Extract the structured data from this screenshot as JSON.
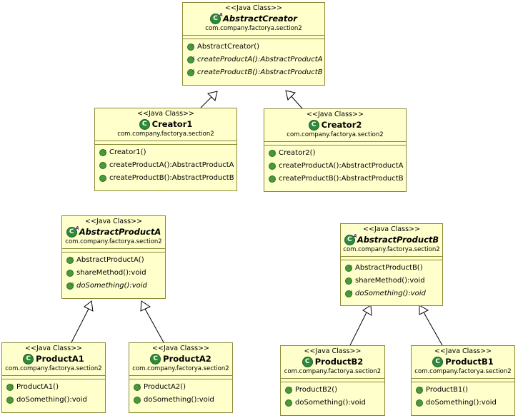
{
  "stereotype": "<<Java Class>>",
  "package": "com.company.factorya.section2",
  "classes": {
    "abstract_creator": {
      "name": "AbstractCreator",
      "members": [
        "AbstractCreator()",
        "createProductA():AbstractProductA",
        "createProductB():AbstractProductB"
      ]
    },
    "creator1": {
      "name": "Creator1",
      "members": [
        "Creator1()",
        "createProductA():AbstractProductA",
        "createProductB():AbstractProductB"
      ]
    },
    "creator2": {
      "name": "Creator2",
      "members": [
        "Creator2()",
        "createProductA():AbstractProductA",
        "createProductB():AbstractProductB"
      ]
    },
    "abstract_product_a": {
      "name": "AbstractProductA",
      "members": [
        "AbstractProductA()",
        "shareMethod():void",
        "doSomething():void"
      ]
    },
    "abstract_product_b": {
      "name": "AbstractProductB",
      "members": [
        "AbstractProductB()",
        "shareMethod():void",
        "doSomething():void"
      ]
    },
    "product_a1": {
      "name": "ProductA1",
      "members": [
        "ProductA1()",
        "doSomething():void"
      ]
    },
    "product_a2": {
      "name": "ProductA2",
      "members": [
        "ProductA2()",
        "doSomething():void"
      ]
    },
    "product_b2": {
      "name": "ProductB2",
      "members": [
        "ProductB2()",
        "doSomething():void"
      ]
    },
    "product_b1": {
      "name": "ProductB1",
      "members": [
        "ProductB1()",
        "doSomething():void"
      ]
    }
  },
  "icons": {
    "class_glyph": "C",
    "abstract_mark": "A",
    "constructor_mark": "c"
  },
  "colors": {
    "box_fill": "#ffffcc",
    "box_border": "#8a8a3a",
    "class_icon": "#2f8a3a",
    "method_icon": "#4a9a3a"
  }
}
